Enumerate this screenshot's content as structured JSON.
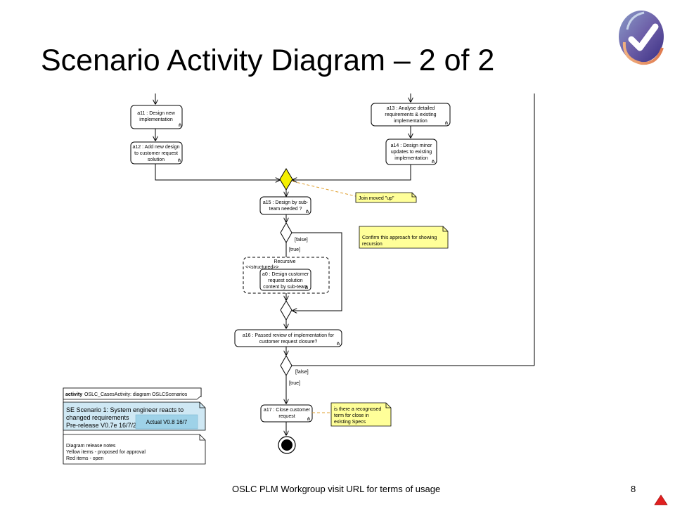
{
  "slide": {
    "title": "Scenario Activity Diagram – 2 of 2",
    "footer": "OSLC PLM Workgroup visit URL for terms of usage",
    "page_number": "8"
  },
  "diagram": {
    "actions": {
      "a11": [
        "a11 : Design new",
        "implementation"
      ],
      "a12": [
        "a12 : Add  new design",
        "to customer request",
        "solution"
      ],
      "a13": [
        "a13 : Analyse detailed",
        "requirements & existing",
        "implementation"
      ],
      "a14": [
        "a14 : Design minor",
        "updates to existing",
        "implementation"
      ],
      "a15": [
        "a15 : Design by sub-",
        "team needed ?"
      ],
      "a0": [
        "a0 : Design customer",
        "request solution",
        "content by sub-team"
      ],
      "a16": [
        "a16 : Passed review of implementation for",
        "customer request closure?"
      ],
      "a17": [
        "a17 : Close customer",
        "request"
      ]
    },
    "region": {
      "label": "Recursive",
      "stereotype": "<<structured>>"
    },
    "guards": {
      "false1": "[false]",
      "true1": "[true]",
      "false2": "[false]",
      "true2": "[true]"
    },
    "notes": {
      "join_moved": "Join moved \"up\"",
      "confirm": [
        "Confirm this approach for showing",
        "recursion"
      ],
      "close_term": [
        "is there a recognosed",
        "term for close in",
        "existing Specs"
      ]
    },
    "frame": {
      "keyword": "activity",
      "name": "OSLC_CasesActivity: diagram OSLCScenarios"
    },
    "panel": {
      "scenario_lines": [
        "SE Scenario 1: System engineer reacts to",
        "changed requirements",
        "Pre-release V0.7e 16/7/2010"
      ],
      "overlay_label": "Actual V0.8 16/7",
      "release_notes": [
        "Diagram release notes",
        "Yellow items - proposed for approval",
        "Red items - open"
      ]
    },
    "colors": {
      "note_yellow": "#ffff99",
      "fork_yellow": "#f5f000",
      "panel_blue": "#cfe8f4",
      "overlay_blue": "#9ed2e8",
      "connector_orange": "#e0a030",
      "nav_red": "#e02020"
    }
  }
}
